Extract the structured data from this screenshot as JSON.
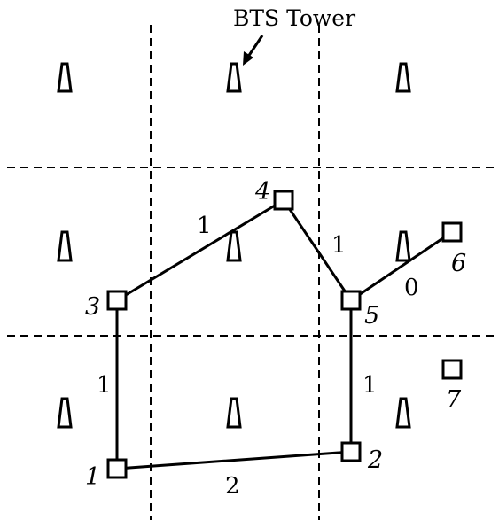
{
  "caption": {
    "text": "BTS Tower"
  },
  "nodes": [
    {
      "id": "1",
      "label": "1"
    },
    {
      "id": "2",
      "label": "2"
    },
    {
      "id": "3",
      "label": "3"
    },
    {
      "id": "4",
      "label": "4"
    },
    {
      "id": "5",
      "label": "5"
    },
    {
      "id": "6",
      "label": "6"
    },
    {
      "id": "7",
      "label": "7"
    }
  ],
  "edges": [
    {
      "from": "1",
      "to": "2",
      "weight": "2"
    },
    {
      "from": "1",
      "to": "3",
      "weight": "1"
    },
    {
      "from": "3",
      "to": "4",
      "weight": "1"
    },
    {
      "from": "4",
      "to": "5",
      "weight": "1"
    },
    {
      "from": "5",
      "to": "6",
      "weight": "0"
    },
    {
      "from": "5",
      "to": "2",
      "weight": "1"
    }
  ],
  "grid": {
    "rows": 3,
    "cols": 3,
    "line_style": "dashed"
  },
  "towers": {
    "count": 9,
    "shape": "trapezoid"
  },
  "colors": {
    "stroke": "#000000",
    "background": "#ffffff"
  }
}
